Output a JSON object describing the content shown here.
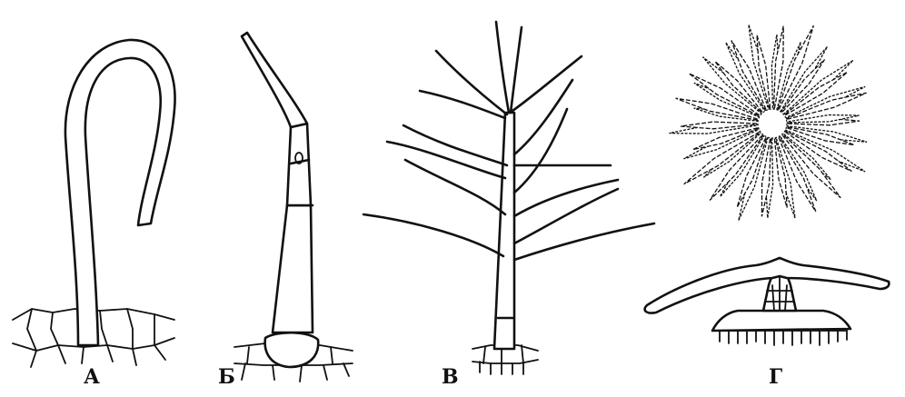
{
  "figures": [
    {
      "id": "a",
      "label": "А"
    },
    {
      "id": "b",
      "label": "Б"
    },
    {
      "id": "v",
      "label": "В"
    },
    {
      "id": "g",
      "label": "Г"
    }
  ],
  "colors": {
    "ink": "#111111",
    "background": "#ffffff"
  }
}
